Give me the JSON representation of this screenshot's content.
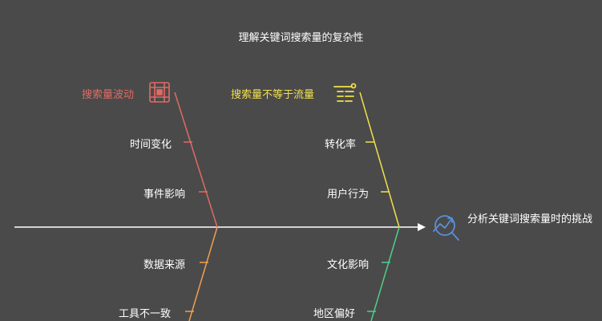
{
  "title": "理解关键词搜索量的复杂性",
  "effect": "分析关键词搜索量时的挑战",
  "categories": {
    "search_volume_fluctuation": {
      "label": "搜索量波动",
      "causes": [
        "时间变化",
        "事件影响"
      ]
    },
    "search_not_equal_traffic": {
      "label": "搜索量不等于流量",
      "causes": [
        "转化率",
        "用户行为"
      ]
    },
    "data_source": {
      "causes": [
        "数据来源",
        "工具不一致"
      ]
    },
    "cultural_regional": {
      "causes": [
        "文化影响",
        "地区偏好"
      ]
    }
  },
  "colors": {
    "background": "#4a4a4a",
    "red_branch": "#e06b63",
    "yellow_branch": "#f2e04a",
    "orange_branch": "#f0a050",
    "green_branch": "#4fcf8a",
    "spine": "#ffffff",
    "effect_icon": "#5b8fd6"
  },
  "icons": {
    "fluctuation": "calendar-grid-icon",
    "traffic": "list-lines-icon",
    "effect": "chart-magnifier-icon"
  }
}
